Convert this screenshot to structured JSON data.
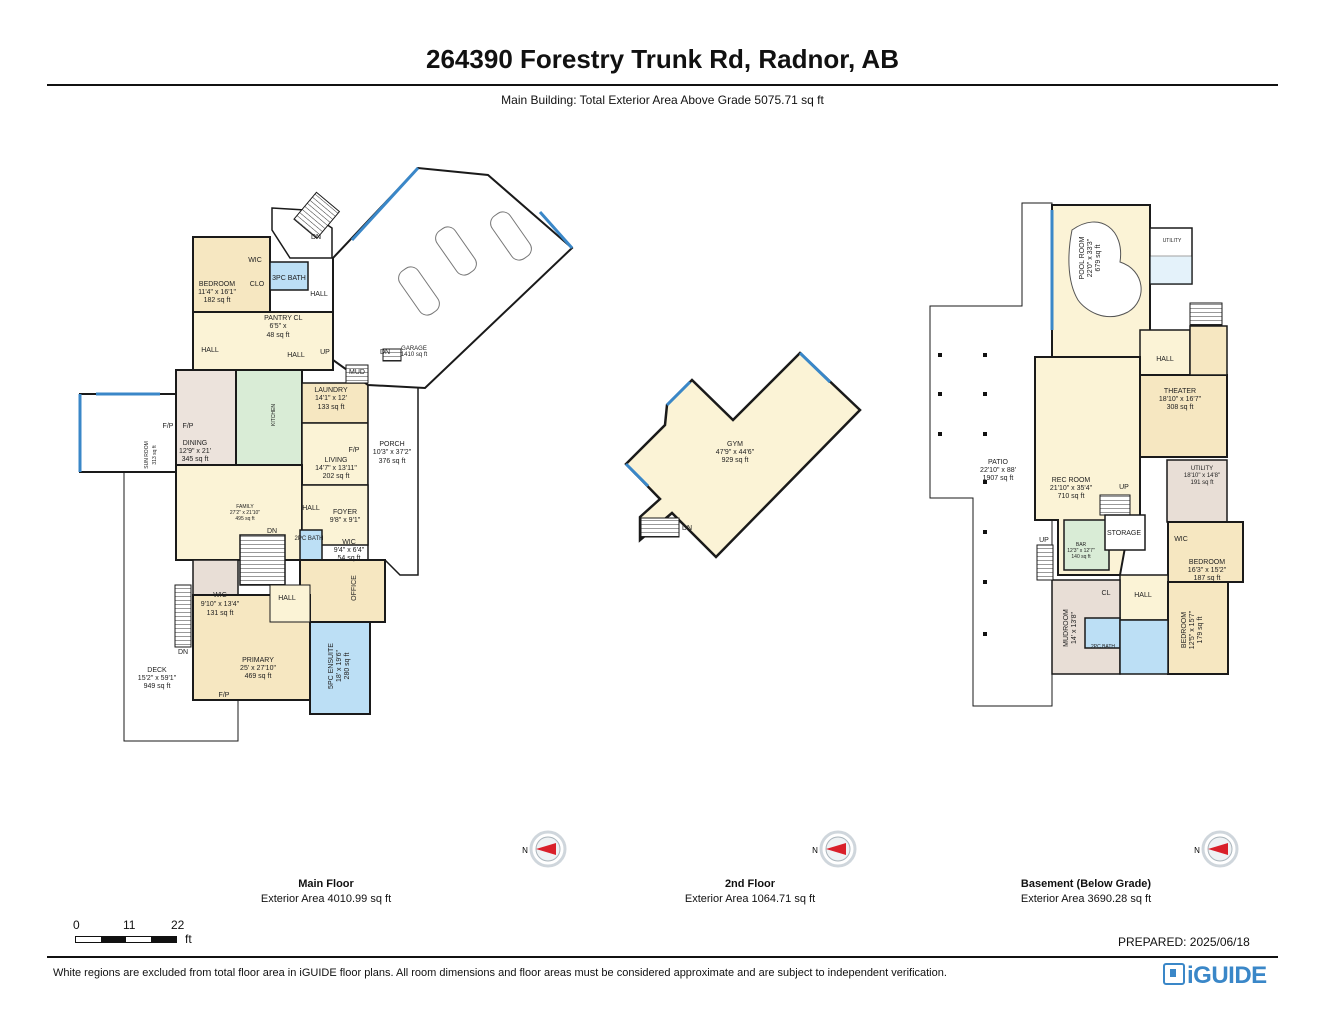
{
  "header": {
    "title": "264390 Forestry Trunk Rd, Radnor, AB",
    "subtitle": "Main Building: Total Exterior Area Above Grade 5075.71 sq ft"
  },
  "floors": [
    {
      "name": "Main Floor",
      "area": "Exterior Area 4010.99 sq ft"
    },
    {
      "name": "2nd Floor",
      "area": "Exterior Area 1064.71 sq ft"
    },
    {
      "name": "Basement (Below Grade)",
      "area": "Exterior Area 3690.28 sq ft"
    }
  ],
  "main_rooms": [
    {
      "name": "BEDROOM",
      "dims": "11'4\" x 16'1\"",
      "area": "182 sq ft"
    },
    {
      "name": "WIC",
      "dims": "",
      "area": ""
    },
    {
      "name": "CLO",
      "dims": "",
      "area": ""
    },
    {
      "name": "3PC BATH",
      "dims": "",
      "area": ""
    },
    {
      "name": "PANTRY",
      "dims": "6'5\" x",
      "area": "48 sq ft"
    },
    {
      "name": "CL",
      "dims": "",
      "area": ""
    },
    {
      "name": "GARAGE",
      "dims": "",
      "area": "1410 sq ft"
    },
    {
      "name": "LAUNDRY",
      "dims": "14'1\" x 12'",
      "area": "133 sq ft"
    },
    {
      "name": "MUD",
      "dims": "",
      "area": ""
    },
    {
      "name": "DINING",
      "dims": "12'9\" x 21'",
      "area": "345 sq ft"
    },
    {
      "name": "SUN ROOM",
      "dims": "",
      "area": "313 sq ft"
    },
    {
      "name": "LIVING",
      "dims": "14'7\" x 13'11\"",
      "area": "202 sq ft"
    },
    {
      "name": "PORCH",
      "dims": "10'3\" x 37'2\"",
      "area": "376 sq ft"
    },
    {
      "name": "FAMILY",
      "dims": "27'2\" x 21'10\"",
      "area": "495 sq ft"
    },
    {
      "name": "FOYER",
      "dims": "9'8\" x 9'1\"",
      "area": ""
    },
    {
      "name": "2PC BATH",
      "dims": "",
      "area": ""
    },
    {
      "name": "WIC",
      "dims": "9'4\" x 6'4\"",
      "area": "54 sq ft"
    },
    {
      "name": "OFFICE",
      "dims": "",
      "area": ""
    },
    {
      "name": "WIC",
      "dims": "9'10\" x 13'4\"",
      "area": "131 sq ft"
    },
    {
      "name": "PRIMARY",
      "dims": "25' x 27'10\"",
      "area": "469 sq ft"
    },
    {
      "name": "5PC ENSUITE",
      "dims": "18' x 19'6\"",
      "area": "280 sq ft"
    },
    {
      "name": "DECK",
      "dims": "15'2\" x 59'1\"",
      "area": "949 sq ft"
    },
    {
      "name": "KITCHEN",
      "dims": "",
      "area": ""
    }
  ],
  "main_labels": {
    "hall": "HALL",
    "fp": "F/P",
    "dn": "DN",
    "up": "UP"
  },
  "gym": {
    "name": "GYM",
    "dims": "47'9\" x 44'6\"",
    "area": "929 sq ft",
    "dn": "DN"
  },
  "basement_rooms": [
    {
      "name": "POOL ROOM",
      "dims": "22'0\" x 33'3\"",
      "area": "679 sq ft"
    },
    {
      "name": "UTILITY",
      "dims": "",
      "area": ""
    },
    {
      "name": "THEATER",
      "dims": "18'10\" x 16'7\"",
      "area": "308 sq ft"
    },
    {
      "name": "PATIO",
      "dims": "22'10\" x 88'",
      "area": "1907 sq ft"
    },
    {
      "name": "REC ROOM",
      "dims": "21'10\" x 35'4\"",
      "area": "710 sq ft"
    },
    {
      "name": "UTILITY",
      "dims": "18'10\" x 14'8\"",
      "area": "191 sq ft"
    },
    {
      "name": "STORAGE",
      "dims": "",
      "area": ""
    },
    {
      "name": "BAR",
      "dims": "12'3\" x 12'7\"",
      "area": "140 sq ft"
    },
    {
      "name": "BEDROOM",
      "dims": "16'3\" x 15'2\"",
      "area": "187 sq ft"
    },
    {
      "name": "MUDROOM",
      "dims": "14' x 13'8\"",
      "area": ""
    },
    {
      "name": "BEDROOM",
      "dims": "12'5\" x 15'7\"",
      "area": "179 sq ft"
    },
    {
      "name": "2PC BATH",
      "dims": "",
      "area": ""
    },
    {
      "name": "HALL",
      "dims": "",
      "area": ""
    },
    {
      "name": "WIC",
      "dims": "",
      "area": ""
    },
    {
      "name": "CL",
      "dims": "",
      "area": ""
    },
    {
      "name": "UP",
      "dims": "",
      "area": ""
    }
  ],
  "scale": {
    "ticks": [
      "0",
      "11",
      "22"
    ],
    "unit": "ft"
  },
  "footer": {
    "prepared": "PREPARED: 2025/06/18",
    "disclaimer": "White regions are excluded from total floor area in iGUIDE floor plans. All room dimensions and floor areas must be considered approximate and are subject to independent verification.",
    "logo": "iGUIDE"
  },
  "colors": {
    "bedroom": "#f6e7c1",
    "living": "#fbf3d6",
    "kitchen": "#d9ecd6",
    "bath": "#bcdff5",
    "utility": "#e8ded6",
    "dining": "#ece3dc",
    "wall": "#1a1a1a",
    "window": "#3a87c8",
    "compass_red": "#d9202a"
  }
}
